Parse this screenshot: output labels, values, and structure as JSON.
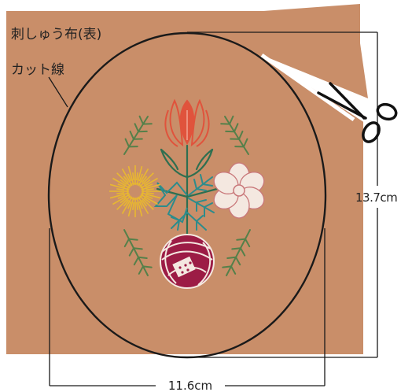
{
  "labels": {
    "fabric": "刺しゅう布(表)",
    "cut_line": "カット線",
    "height": "13.7cm",
    "width": "11.6cm"
  },
  "colors": {
    "fabric": "#c98e69",
    "outline": "#1a1a1a",
    "tulip": "#e0533c",
    "stem": "#2f6f50",
    "teal_leaf": "#2d8c8c",
    "fern": "#55804a",
    "yellow_flower": "#e8b830",
    "white_flower": "#f4e8e0",
    "white_flower_line": "#c9787a",
    "yarn_ball": "#9c1c45"
  },
  "icons": [
    "scissors-icon"
  ]
}
